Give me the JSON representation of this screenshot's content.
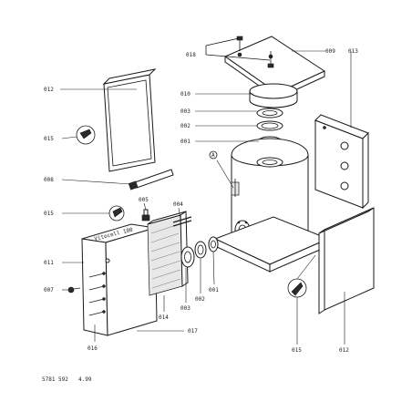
{
  "labels": {
    "p018": "018",
    "p009": "009",
    "p013": "013",
    "p012a": "012",
    "p010": "010",
    "p003a": "003",
    "p002a": "002",
    "p001a": "001",
    "p015a": "015",
    "pA": "A",
    "p008": "008",
    "p015b": "015",
    "p005": "005",
    "p004": "004",
    "p011": "011",
    "p007": "007",
    "p016": "016",
    "p014": "014",
    "p003b": "003",
    "p002b": "002",
    "p001b": "001",
    "p017": "017",
    "p015c": "015",
    "p012b": "012",
    "panel_text": "Vitocell 100"
  },
  "footer": {
    "code": "5781 592",
    "date": "4.99"
  }
}
